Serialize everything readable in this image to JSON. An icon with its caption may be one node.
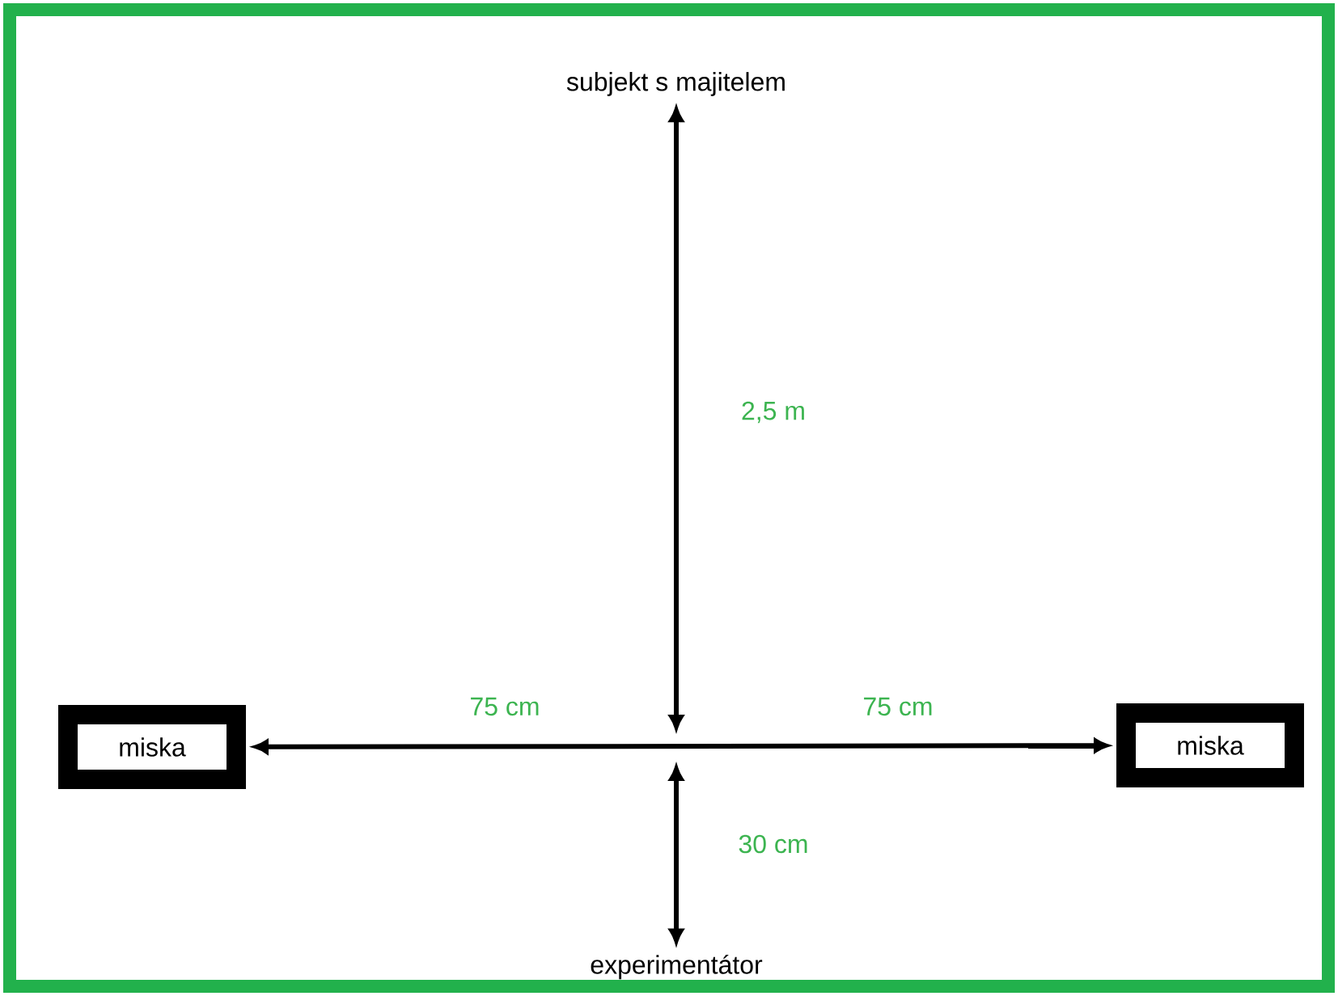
{
  "diagram": {
    "nodes": [
      {
        "text": [
          "subjekt s majitelem"
        ]
      },
      {
        "text": [
          "miska"
        ]
      },
      {
        "text": [
          "miska"
        ]
      },
      {
        "text": [
          "experimentátor"
        ]
      }
    ],
    "edges": [
      {
        "from": 0,
        "to": null,
        "arrow": "both"
      },
      {
        "from": 1,
        "to": 2,
        "arrow": "both"
      },
      {
        "from": 3,
        "to": null,
        "arrow": "both"
      }
    ],
    "labels": [
      "2,5 m",
      "75 cm",
      "75 cm",
      "30 cm"
    ]
  }
}
